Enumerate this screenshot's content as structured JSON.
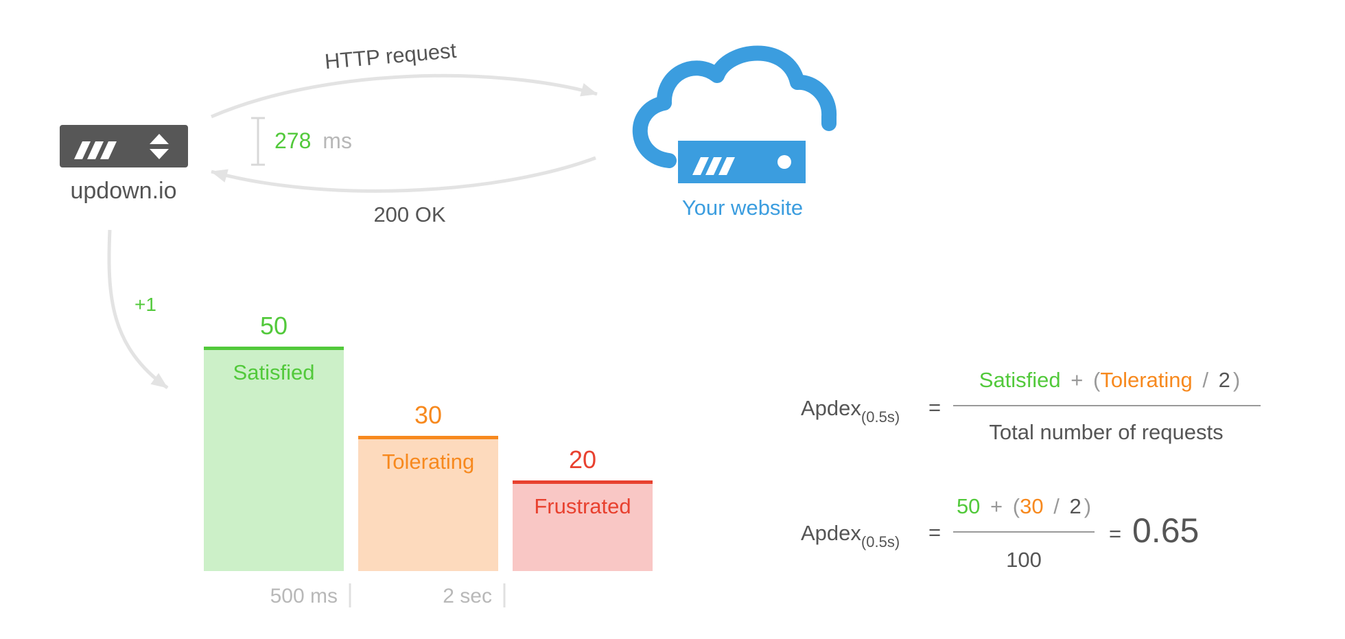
{
  "colors": {
    "green": "#52c93b",
    "orange": "#f7891e",
    "red": "#e8412f",
    "blue": "#3b9ddf",
    "dark_text": "#555555",
    "light_text": "#b8b8b8",
    "arrow": "#e3e3e3",
    "device": "#575757"
  },
  "icons": [
    "updown-device-icon",
    "cloud-server-icon",
    "arrow-icon"
  ],
  "flow": {
    "client_label": "updown.io",
    "server_label": "Your website",
    "request_label": "HTTP request",
    "response_label": "200 OK",
    "response_time_value": "278",
    "response_time_unit": "ms",
    "increment_label": "+1"
  },
  "chart_data": {
    "type": "bar",
    "categories": [
      "Satisfied",
      "Tolerating",
      "Frustrated"
    ],
    "values": [
      50,
      30,
      20
    ],
    "value_labels": [
      "50",
      "30",
      "20"
    ],
    "colors": [
      "#52c93b",
      "#f7891e",
      "#e8412f"
    ],
    "fills": [
      "#ccf0c8",
      "#fddabd",
      "#f9c7c5"
    ],
    "threshold_labels": [
      "500 ms",
      "2 sec"
    ],
    "ylim": [
      0,
      50
    ]
  },
  "formula": {
    "apdex_label": "Apdex",
    "apdex_subscript": "(0.5s)",
    "equals": "=",
    "plus": "+",
    "open_paren": "(",
    "close_paren": ")",
    "slash": "/",
    "numerator_satisfied": "Satisfied",
    "numerator_tolerating": "Tolerating",
    "divisor": "2",
    "denominator": "Total number of requests",
    "example_satisfied": "50",
    "example_tolerating": "30",
    "example_divisor": "2",
    "example_denominator": "100",
    "result": "0.65"
  }
}
